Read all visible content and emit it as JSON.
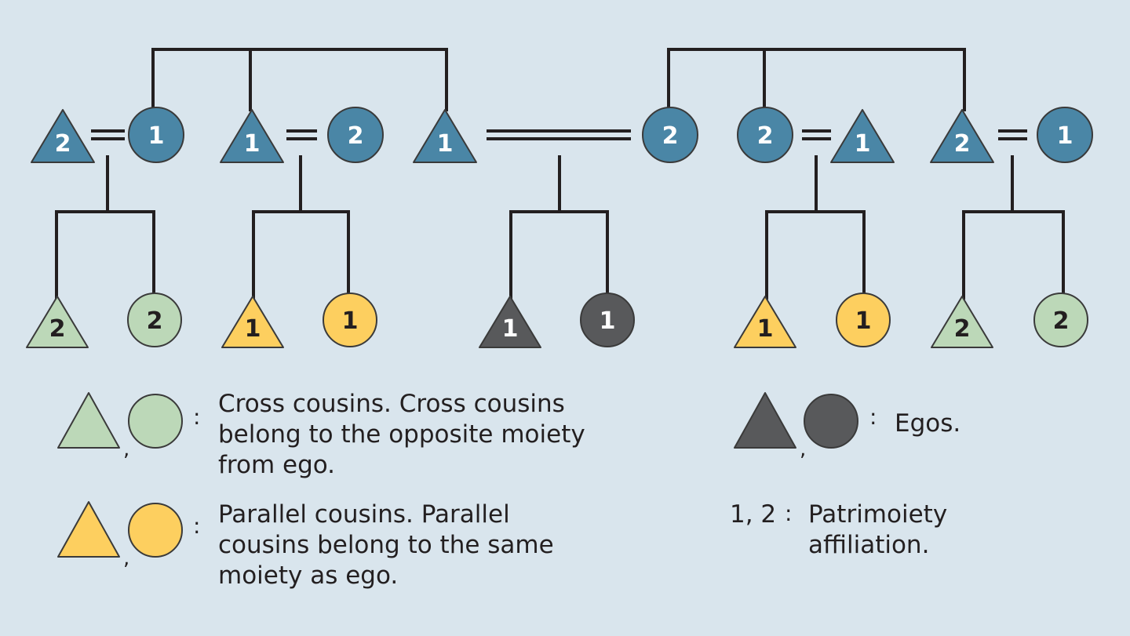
{
  "colors": {
    "background": "#d9e5ed",
    "line": "#231f20",
    "parent": "#4a86a6",
    "parent_text": "#ffffff",
    "cross_cousin": "#bcd8b8",
    "parallel_cousin": "#fdcf5f",
    "ego": "#58595b",
    "ego_text": "#ffffff",
    "cousin_text": "#231f20"
  },
  "parents": [
    {
      "id": "p1",
      "shape": "triangle",
      "moiety": "2"
    },
    {
      "id": "p2",
      "shape": "circle",
      "moiety": "1"
    },
    {
      "id": "p3",
      "shape": "triangle",
      "moiety": "1"
    },
    {
      "id": "p4",
      "shape": "circle",
      "moiety": "2"
    },
    {
      "id": "p5",
      "shape": "triangle",
      "moiety": "1"
    },
    {
      "id": "p6",
      "shape": "circle",
      "moiety": "2"
    },
    {
      "id": "p7",
      "shape": "circle",
      "moiety": "2"
    },
    {
      "id": "p8",
      "shape": "triangle",
      "moiety": "1"
    },
    {
      "id": "p9",
      "shape": "triangle",
      "moiety": "2"
    },
    {
      "id": "p10",
      "shape": "circle",
      "moiety": "1"
    }
  ],
  "children": [
    {
      "id": "c1",
      "shape": "triangle",
      "moiety": "2",
      "kind": "cross"
    },
    {
      "id": "c2",
      "shape": "circle",
      "moiety": "2",
      "kind": "cross"
    },
    {
      "id": "c3",
      "shape": "triangle",
      "moiety": "1",
      "kind": "parallel"
    },
    {
      "id": "c4",
      "shape": "circle",
      "moiety": "1",
      "kind": "parallel"
    },
    {
      "id": "c5",
      "shape": "triangle",
      "moiety": "1",
      "kind": "ego"
    },
    {
      "id": "c6",
      "shape": "circle",
      "moiety": "1",
      "kind": "ego"
    },
    {
      "id": "c7",
      "shape": "triangle",
      "moiety": "1",
      "kind": "parallel"
    },
    {
      "id": "c8",
      "shape": "circle",
      "moiety": "1",
      "kind": "parallel"
    },
    {
      "id": "c9",
      "shape": "triangle",
      "moiety": "2",
      "kind": "cross"
    },
    {
      "id": "c10",
      "shape": "circle",
      "moiety": "2",
      "kind": "cross"
    }
  ],
  "legend": {
    "cross": {
      "separator": ",",
      "colon": ":",
      "text": "Cross cousins. Cross cousins\nbelong to the opposite moiety\nfrom ego."
    },
    "parallel": {
      "separator": ",",
      "colon": ":",
      "text": "Parallel cousins. Parallel\ncousins belong to the same\nmoiety as ego."
    },
    "ego": {
      "separator": ",",
      "colon": ":",
      "text": "Egos."
    },
    "moiety": {
      "key": "1, 2",
      "colon": ":",
      "text": "Patrimoiety\naffiliation."
    }
  }
}
